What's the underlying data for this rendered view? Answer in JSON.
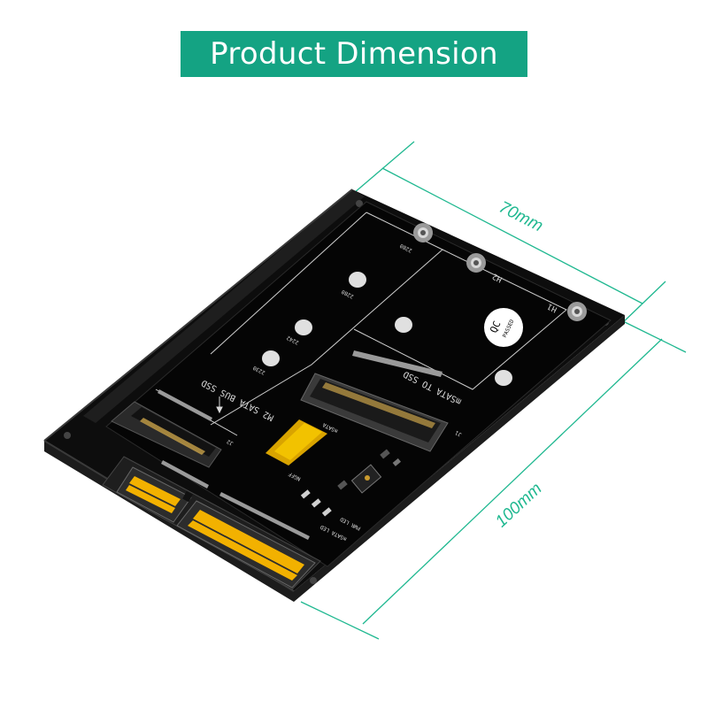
{
  "title": "Product Dimension",
  "dimensions": {
    "width_label": "70mm",
    "length_label": "100mm"
  },
  "pcb_labels": {
    "m2_sata": "M2 SATA BUS SSD",
    "msata": "mSATA TO SSD",
    "h1": "H1",
    "h2": "H2",
    "hole_2280_top": "2280",
    "hole_2280": "2280",
    "hole_2242": "2242",
    "hole_2230": "2230",
    "ngff": "NGFF",
    "msata_slot": "mSATA",
    "j2": "J2",
    "j1": "J1",
    "msata_led": "mSATA LED",
    "pwr_led": "PWR LED",
    "qc_top": "QC",
    "qc_bottom": "PASSED"
  },
  "colors": {
    "banner": "#14a383",
    "dimension_lines": "#1fb890",
    "enclosure": "#0d0d0d",
    "pcb": "#050505",
    "sata_gold": "#f2b100"
  }
}
